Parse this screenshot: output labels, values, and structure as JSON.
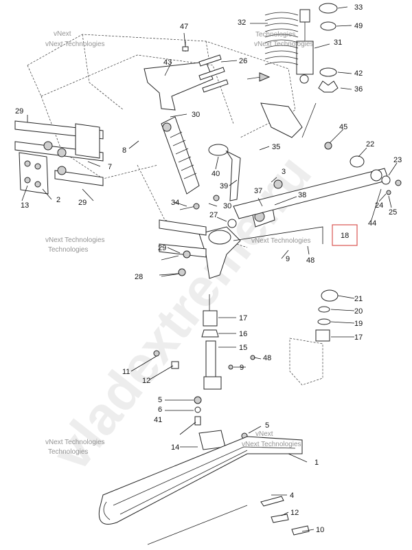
{
  "watermark": {
    "company": "vNext Technologies",
    "line1": "vNext",
    "line2": "Technologies",
    "site": "vladextreme.ru"
  },
  "highlight_color": "#d9534f",
  "callouts": {
    "c1": "1",
    "c2": "2",
    "c3": "3",
    "c4": "4",
    "c5": "5",
    "c5b": "5",
    "c6": "6",
    "c7": "7",
    "c8": "8",
    "c9": "9",
    "c9b": "9",
    "c10": "10",
    "c11": "11",
    "c12": "12",
    "c12b": "12",
    "c13": "13",
    "c14": "14",
    "c15": "15",
    "c16": "16",
    "c17": "17",
    "c17b": "17",
    "c18": "18",
    "c19": "19",
    "c20": "20",
    "c21": "21",
    "c22": "22",
    "c23": "23",
    "c24": "24",
    "c25": "25",
    "c26": "26",
    "c27": "27",
    "c28": "28",
    "c29": "29",
    "c29b": "29",
    "c29c": "29",
    "c30": "30",
    "c30b": "30",
    "c31": "31",
    "c32": "32",
    "c33": "33",
    "c34": "34",
    "c35": "35",
    "c36": "36",
    "c37": "37",
    "c38": "38",
    "c39": "39",
    "c40": "40",
    "c41": "41",
    "c42": "42",
    "c43": "43",
    "c44": "44",
    "c45": "45",
    "c47": "47",
    "c48": "48",
    "c48b": "48",
    "c49": "49"
  }
}
